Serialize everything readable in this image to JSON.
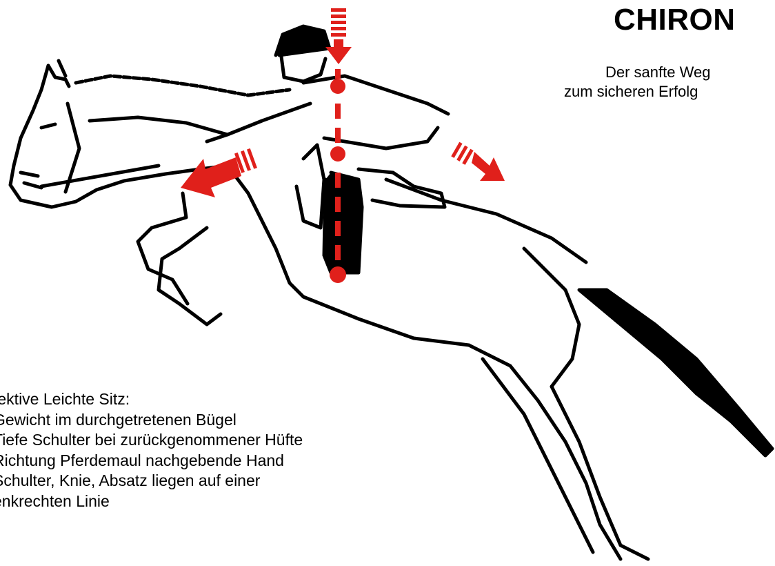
{
  "brand": {
    "title": "CHIRON",
    "tagline_line1": "Der sanfte Weg",
    "tagline_line2": "zum sicheren Erfolg"
  },
  "caption": {
    "lines": [
      "fektive Leichte Sitz:",
      "Gewicht im durchgetretenen Bügel",
      "Tiefe Schulter bei zurückgenommener Hüfte",
      "Richtung Pferdemaul nachgebende Hand",
      "Schulter, Knie, Absatz liegen auf einer",
      "enkrechten Linie"
    ]
  },
  "colors": {
    "arrow": "#e0201b",
    "ink": "#000000"
  },
  "icons": [
    "down-arrow-icon",
    "left-arrow-icon",
    "right-arrow-icon"
  ]
}
